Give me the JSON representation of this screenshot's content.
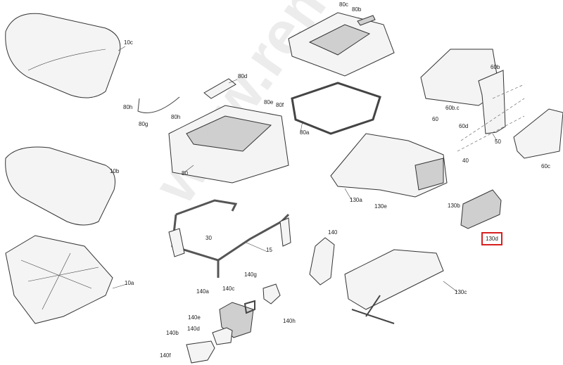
{
  "watermark": "www.remelle.ru",
  "highlight_color": "#d62020",
  "labels": {
    "l80c": "80c",
    "l80b": "80b",
    "l10c": "10c",
    "l80d": "80d",
    "l80h_a": "80h",
    "l80e": "80e",
    "l80f": "80f",
    "l80g": "80g",
    "l80h_b": "80h",
    "l80a": "80a",
    "l80": "80",
    "l60b": "60b",
    "l60bc": "60b.c",
    "l60": "60",
    "l60d": "60d",
    "l50": "50",
    "l40": "40",
    "l60c": "60c",
    "l10b": "10b",
    "l130a": "130a",
    "l130e": "130e",
    "l130b": "130b",
    "l130d": "130d",
    "l130c": "130c",
    "l10a": "10a",
    "l30": "30",
    "l15": "15",
    "l140": "140",
    "l140g": "140g",
    "l140a": "140a",
    "l140c": "140c",
    "l140h": "140h",
    "l140e": "140e",
    "l140d": "140d",
    "l140b": "140b",
    "l140f": "140f"
  }
}
